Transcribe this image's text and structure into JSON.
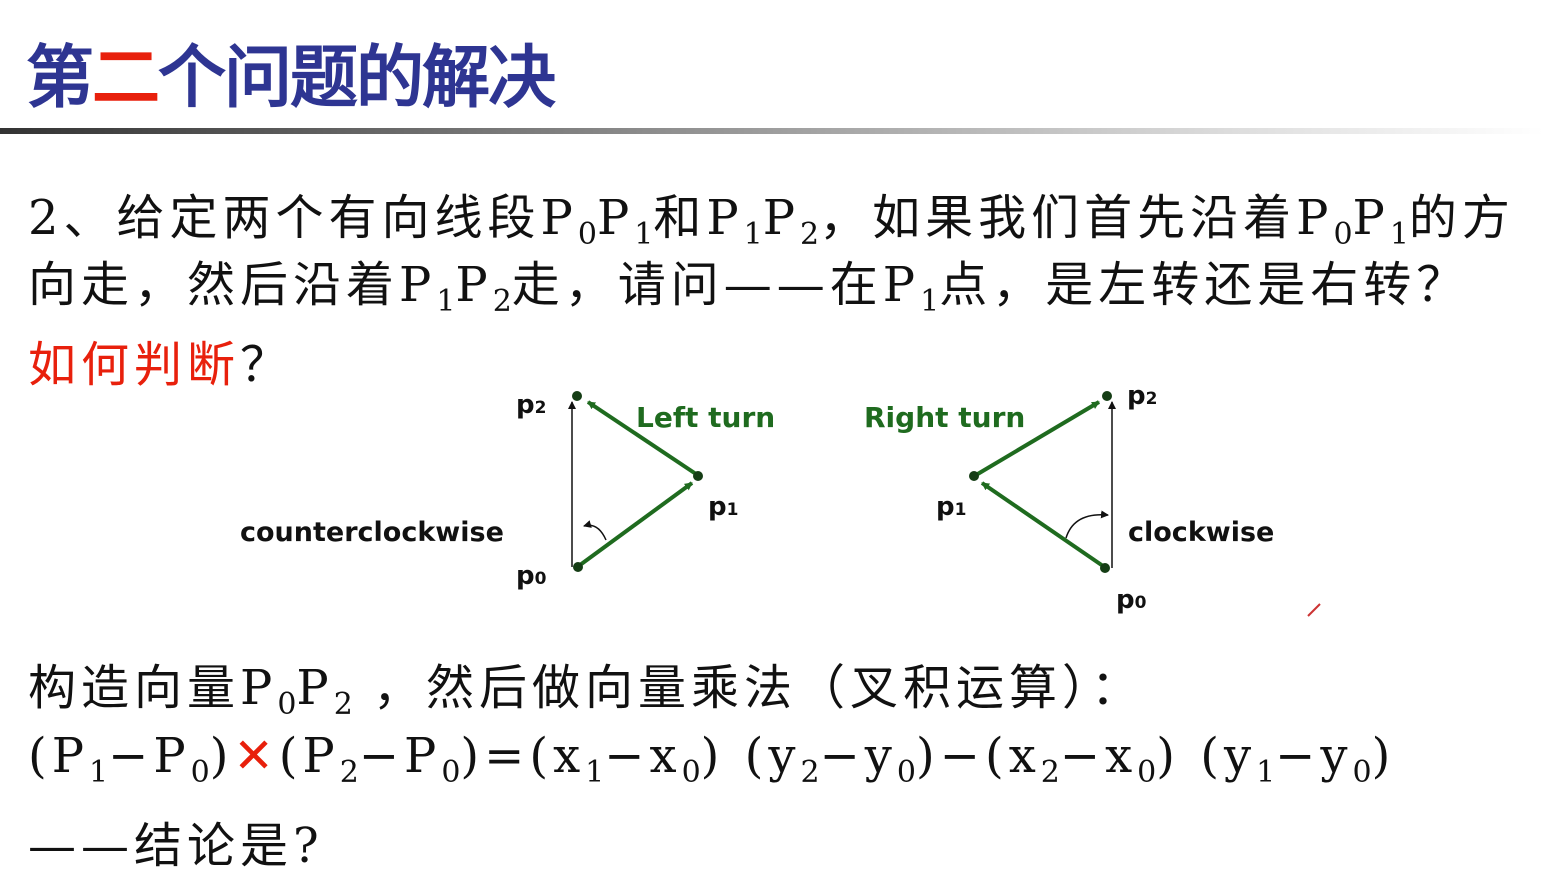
{
  "title": {
    "part1": "第",
    "part2_red": "二",
    "part3": "个问题的解决"
  },
  "lines": {
    "l1": [
      [
        "2、给定两个有向线段P",
        "t"
      ],
      [
        "0",
        "sub"
      ],
      [
        "P",
        "t"
      ],
      [
        "1",
        "sub"
      ],
      [
        "和P",
        "t"
      ],
      [
        "1",
        "sub"
      ],
      [
        "P",
        "t"
      ],
      [
        "2",
        "sub"
      ],
      [
        "，如果我们首先沿着P",
        "t"
      ],
      [
        "0",
        "sub"
      ],
      [
        "P",
        "t"
      ],
      [
        "1",
        "sub"
      ],
      [
        "的方",
        "t"
      ]
    ],
    "l2": [
      [
        "向走，然后沿着P",
        "t"
      ],
      [
        "1",
        "sub"
      ],
      [
        "P",
        "t"
      ],
      [
        "2",
        "sub"
      ],
      [
        "走，请问——在P",
        "t"
      ],
      [
        "1",
        "sub"
      ],
      [
        "点，是左转还是右转？",
        "t"
      ]
    ],
    "l3": [
      [
        "如何判断",
        "red"
      ],
      [
        "？",
        "t"
      ]
    ],
    "l4": [
      [
        "构造向量P",
        "t"
      ],
      [
        "0",
        "sub"
      ],
      [
        "P",
        "t"
      ],
      [
        "2",
        "sub"
      ],
      [
        " ，然后做向量乘法（叉积运算）：",
        "t"
      ]
    ],
    "l5": [
      [
        "(P",
        "t"
      ],
      [
        "1",
        "sub"
      ],
      [
        "−P",
        "t"
      ],
      [
        "0",
        "sub"
      ],
      [
        ")",
        "t"
      ],
      [
        "✕",
        "redx"
      ],
      [
        "(P",
        "t"
      ],
      [
        "2",
        "sub"
      ],
      [
        "−P",
        "t"
      ],
      [
        "0",
        "sub"
      ],
      [
        ")=(x",
        "t"
      ],
      [
        "1",
        "sub"
      ],
      [
        "−x",
        "t"
      ],
      [
        "0",
        "sub"
      ],
      [
        ") (y",
        "t"
      ],
      [
        "2",
        "sub"
      ],
      [
        "−y",
        "t"
      ],
      [
        "0",
        "sub"
      ],
      [
        ")−(x",
        "t"
      ],
      [
        "2",
        "sub"
      ],
      [
        "−x",
        "t"
      ],
      [
        "0",
        "sub"
      ],
      [
        ") (y",
        "t"
      ],
      [
        "1",
        "sub"
      ],
      [
        "−y",
        "t"
      ],
      [
        "0",
        "sub"
      ],
      [
        ")",
        "t"
      ]
    ],
    "l6": [
      [
        "——结论是?",
        "t"
      ]
    ]
  },
  "diagram": {
    "left": {
      "caption": "Left turn",
      "direction": "counterclockwise",
      "p0": "p",
      "p1": "p",
      "p2": "p",
      "s0": "0",
      "s1": "1",
      "s2": "2"
    },
    "right": {
      "caption": "Right turn",
      "direction": "clockwise",
      "p0": "p",
      "p1": "p",
      "p2": "p",
      "s0": "0",
      "s1": "1",
      "s2": "2"
    },
    "colors": {
      "segment": "#1f6b1f",
      "reference": "#111111"
    }
  }
}
